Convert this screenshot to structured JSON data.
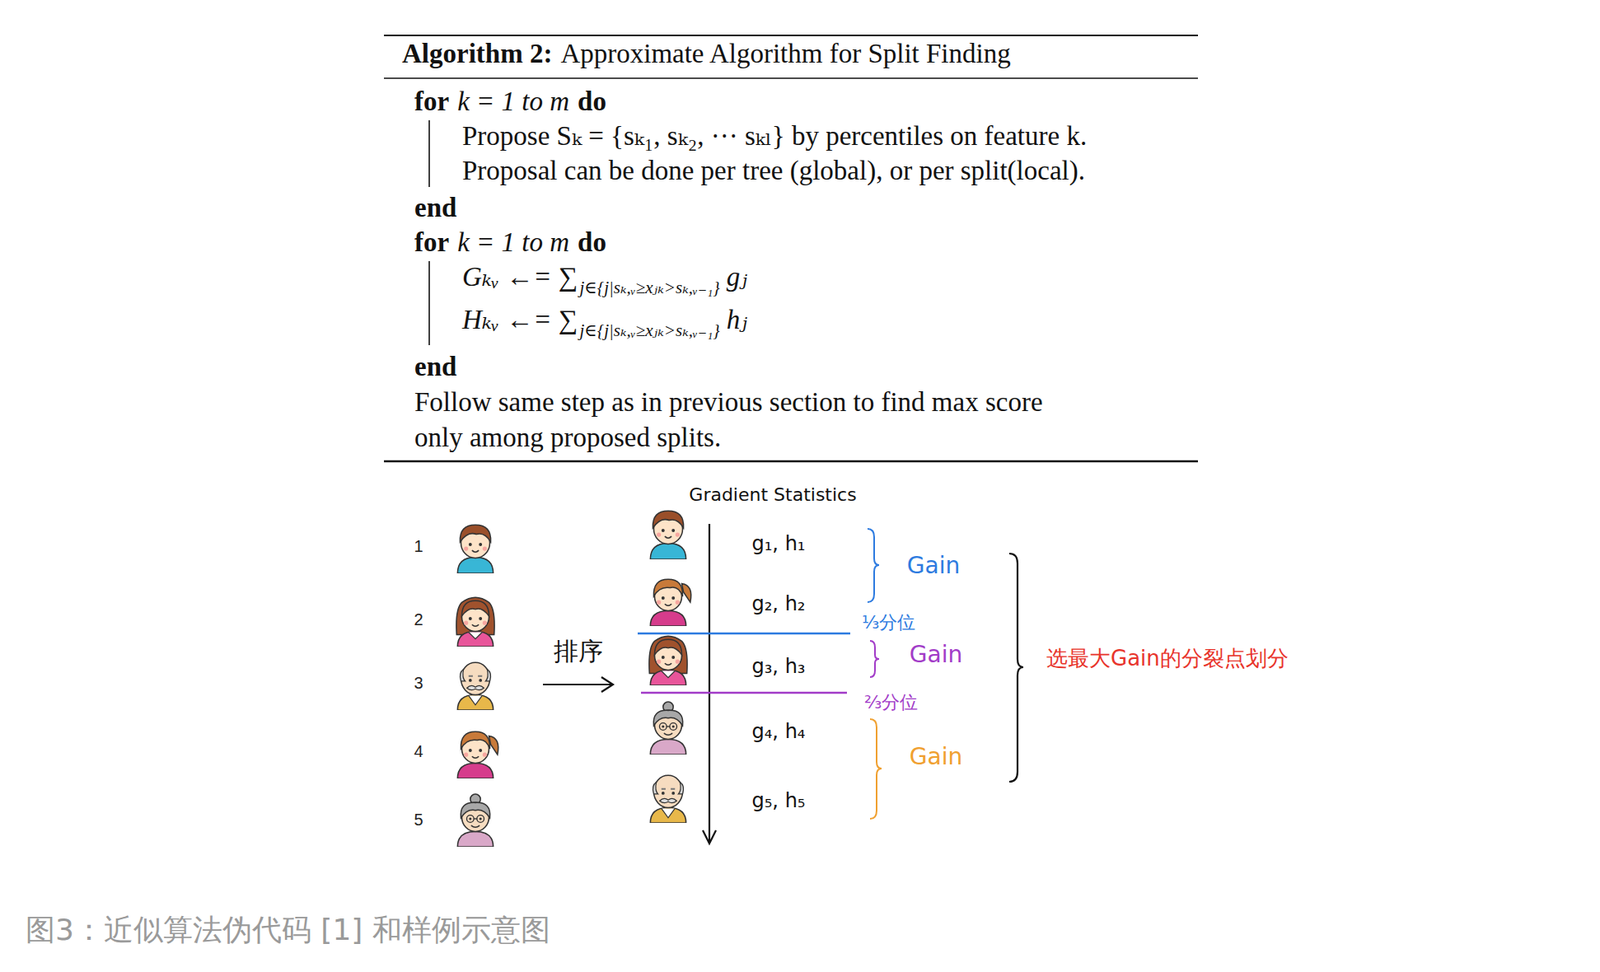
{
  "diagram": {
    "caption": "图3：近似算法伪代码 [1] 和样例示意图",
    "labels": [
      "Algorithm 2:",
      "Approximate Algorithm for Split Finding",
      "for",
      "k = 1 to m",
      "do",
      "Propose Sₖ = {sₖ₁, sₖ₂, ··· sₖₗ} by percentiles on feature k.",
      "Proposal can be done per tree (global), or per split(local).",
      "end",
      "for",
      "k = 1 to m",
      "do",
      "Gₖᵥ ←= ∑",
      "j∈{j|sₖ,ᵥ≥xⱼₖ>sₖ,ᵥ₋₁}",
      "gⱼ",
      "Hₖᵥ ←= ∑",
      "j∈{j|sₖ,ᵥ≥xⱼₖ>sₖ,ᵥ₋₁}",
      "hⱼ",
      "end",
      "Follow same step as in previous section to find max score only among proposed splits.",
      "1",
      "2",
      "3",
      "4",
      "5",
      "排序",
      "Gradient Statistics",
      "g₁, h₁",
      "g₂, h₂",
      "g₃, h₃",
      "g₄, h₄",
      "g₅, h₅",
      "Gain",
      "⅓分位",
      "Gain",
      "⅔分位",
      "Gain",
      "选最大Gain的分裂点划分"
    ]
  }
}
